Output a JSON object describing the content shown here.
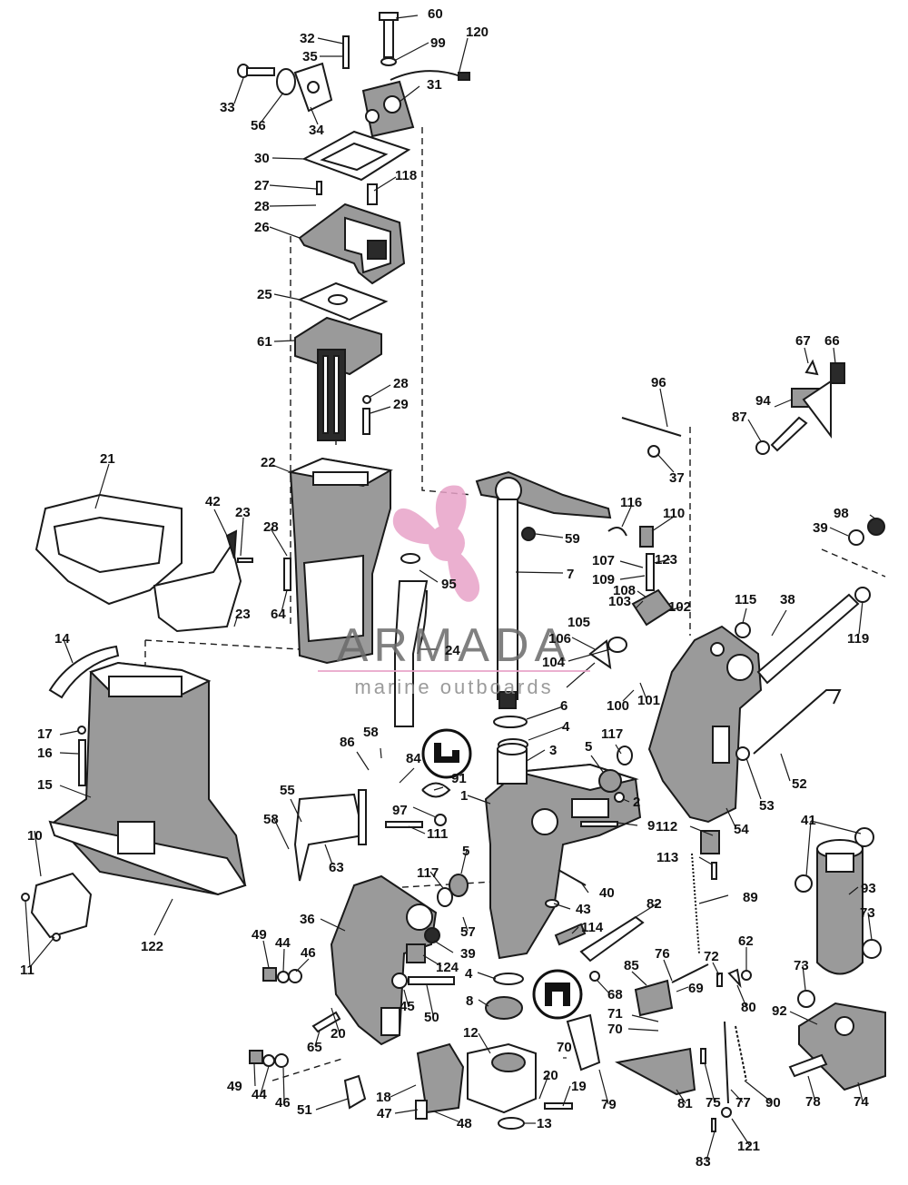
{
  "watermark": {
    "brand_name": "ARMADA",
    "brand_tagline": "marine outboards",
    "logo_color": "#e8a3c8",
    "text_color": "#6a6a6a"
  },
  "diagram": {
    "part_numbers": [
      "1",
      "2",
      "3",
      "4",
      "5",
      "6",
      "7",
      "8",
      "9",
      "10",
      "11",
      "12",
      "13",
      "14",
      "15",
      "16",
      "17",
      "18",
      "19",
      "20",
      "21",
      "22",
      "23",
      "24",
      "25",
      "26",
      "27",
      "28",
      "29",
      "30",
      "31",
      "32",
      "33",
      "34",
      "35",
      "36",
      "37",
      "38",
      "39",
      "40",
      "41",
      "42",
      "43",
      "44",
      "45",
      "46",
      "47",
      "48",
      "49",
      "50",
      "51",
      "52",
      "53",
      "54",
      "55",
      "56",
      "57",
      "58",
      "59",
      "60",
      "61",
      "62",
      "63",
      "64",
      "65",
      "66",
      "67",
      "68",
      "69",
      "70",
      "71",
      "72",
      "73",
      "74",
      "75",
      "76",
      "77",
      "78",
      "79",
      "80",
      "81",
      "82",
      "83",
      "84",
      "85",
      "86",
      "87",
      "89",
      "90",
      "91",
      "92",
      "93",
      "94",
      "95",
      "96",
      "97",
      "98",
      "99",
      "100",
      "101",
      "102",
      "103",
      "104",
      "105",
      "106",
      "107",
      "108",
      "109",
      "110",
      "111",
      "112",
      "113",
      "114",
      "115",
      "116",
      "117",
      "118",
      "119",
      "120",
      "121",
      "122",
      "123",
      "124"
    ]
  },
  "callouts": [
    {
      "id": "c60",
      "label": "60"
    },
    {
      "id": "c99",
      "label": "99"
    },
    {
      "id": "c120",
      "label": "120"
    },
    {
      "id": "c32",
      "label": "32"
    },
    {
      "id": "c35",
      "label": "35"
    },
    {
      "id": "c31",
      "label": "31"
    },
    {
      "id": "c33",
      "label": "33"
    },
    {
      "id": "c56",
      "label": "56"
    },
    {
      "id": "c34",
      "label": "34"
    },
    {
      "id": "c30",
      "label": "30"
    },
    {
      "id": "c27",
      "label": "27"
    },
    {
      "id": "c118",
      "label": "118"
    },
    {
      "id": "c28a",
      "label": "28"
    },
    {
      "id": "c26",
      "label": "26"
    },
    {
      "id": "c25",
      "label": "25"
    },
    {
      "id": "c61",
      "label": "61"
    },
    {
      "id": "c28b",
      "label": "28"
    },
    {
      "id": "c29",
      "label": "29"
    },
    {
      "id": "c67",
      "label": "67"
    },
    {
      "id": "c66",
      "label": "66"
    },
    {
      "id": "c96",
      "label": "96"
    },
    {
      "id": "c94",
      "label": "94"
    },
    {
      "id": "c87",
      "label": "87"
    },
    {
      "id": "c37",
      "label": "37"
    },
    {
      "id": "c21",
      "label": "21"
    },
    {
      "id": "c22",
      "label": "22"
    },
    {
      "id": "c42",
      "label": "42"
    },
    {
      "id": "c23a",
      "label": "23"
    },
    {
      "id": "c28c",
      "label": "28"
    },
    {
      "id": "c59",
      "label": "59"
    },
    {
      "id": "c116",
      "label": "116"
    },
    {
      "id": "c110",
      "label": "110"
    },
    {
      "id": "c98",
      "label": "98"
    },
    {
      "id": "c39a",
      "label": "39"
    },
    {
      "id": "c7",
      "label": "7"
    },
    {
      "id": "c107",
      "label": "107"
    },
    {
      "id": "c123",
      "label": "123"
    },
    {
      "id": "c109",
      "label": "109"
    },
    {
      "id": "c108",
      "label": "108"
    },
    {
      "id": "c95",
      "label": "95"
    },
    {
      "id": "c64",
      "label": "64"
    },
    {
      "id": "c23b",
      "label": "23"
    },
    {
      "id": "c115",
      "label": "115"
    },
    {
      "id": "c38",
      "label": "38"
    },
    {
      "id": "c103",
      "label": "103"
    },
    {
      "id": "c102",
      "label": "102"
    },
    {
      "id": "c119",
      "label": "119"
    },
    {
      "id": "c14",
      "label": "14"
    },
    {
      "id": "c24",
      "label": "24"
    },
    {
      "id": "c105",
      "label": "105"
    },
    {
      "id": "c106",
      "label": "106"
    },
    {
      "id": "c104",
      "label": "104"
    },
    {
      "id": "c100",
      "label": "100"
    },
    {
      "id": "c101",
      "label": "101"
    },
    {
      "id": "c6",
      "label": "6"
    },
    {
      "id": "c4a",
      "label": "4"
    },
    {
      "id": "c3",
      "label": "3"
    },
    {
      "id": "c17",
      "label": "17"
    },
    {
      "id": "c86",
      "label": "86"
    },
    {
      "id": "c58a",
      "label": "58"
    },
    {
      "id": "c84",
      "label": "84"
    },
    {
      "id": "c5a",
      "label": "5"
    },
    {
      "id": "c117a",
      "label": "117"
    },
    {
      "id": "c16",
      "label": "16"
    },
    {
      "id": "c15",
      "label": "15"
    },
    {
      "id": "c91",
      "label": "91"
    },
    {
      "id": "c1",
      "label": "1"
    },
    {
      "id": "c2",
      "label": "2"
    },
    {
      "id": "c52",
      "label": "52"
    },
    {
      "id": "c53",
      "label": "53"
    },
    {
      "id": "c55",
      "label": "55"
    },
    {
      "id": "c97",
      "label": "97"
    },
    {
      "id": "c111",
      "label": "111"
    },
    {
      "id": "c9",
      "label": "9"
    },
    {
      "id": "c54",
      "label": "54"
    },
    {
      "id": "c41",
      "label": "41"
    },
    {
      "id": "c58b",
      "label": "58"
    },
    {
      "id": "c112",
      "label": "112"
    },
    {
      "id": "c10",
      "label": "10"
    },
    {
      "id": "c63",
      "label": "63"
    },
    {
      "id": "c5b",
      "label": "5"
    },
    {
      "id": "c113",
      "label": "113"
    },
    {
      "id": "c93",
      "label": "93"
    },
    {
      "id": "c117b",
      "label": "117"
    },
    {
      "id": "c40",
      "label": "40"
    },
    {
      "id": "c89",
      "label": "89"
    },
    {
      "id": "c36",
      "label": "36"
    },
    {
      "id": "c43",
      "label": "43"
    },
    {
      "id": "c82",
      "label": "82"
    },
    {
      "id": "c73a",
      "label": "73"
    },
    {
      "id": "c122",
      "label": "122"
    },
    {
      "id": "c57",
      "label": "57"
    },
    {
      "id": "c114",
      "label": "114"
    },
    {
      "id": "c62",
      "label": "62"
    },
    {
      "id": "c49a",
      "label": "49"
    },
    {
      "id": "c44a",
      "label": "44"
    },
    {
      "id": "c46a",
      "label": "46"
    },
    {
      "id": "c39b",
      "label": "39"
    },
    {
      "id": "c11",
      "label": "11"
    },
    {
      "id": "c124",
      "label": "124"
    },
    {
      "id": "c85",
      "label": "85"
    },
    {
      "id": "c76",
      "label": "76"
    },
    {
      "id": "c72",
      "label": "72"
    },
    {
      "id": "c4b",
      "label": "4"
    },
    {
      "id": "c68",
      "label": "68"
    },
    {
      "id": "c69",
      "label": "69"
    },
    {
      "id": "c73b",
      "label": "73"
    },
    {
      "id": "c8",
      "label": "8"
    },
    {
      "id": "c45",
      "label": "45"
    },
    {
      "id": "c50",
      "label": "50"
    },
    {
      "id": "c80",
      "label": "80"
    },
    {
      "id": "c92",
      "label": "92"
    },
    {
      "id": "c71",
      "label": "71"
    },
    {
      "id": "c65",
      "label": "65"
    },
    {
      "id": "c20a",
      "label": "20"
    },
    {
      "id": "c70a",
      "label": "70"
    },
    {
      "id": "c12",
      "label": "12"
    },
    {
      "id": "c70b",
      "label": "70"
    },
    {
      "id": "c49b",
      "label": "49"
    },
    {
      "id": "c44b",
      "label": "44"
    },
    {
      "id": "c46b",
      "label": "46"
    },
    {
      "id": "c20b",
      "label": "20"
    },
    {
      "id": "c18",
      "label": "18"
    },
    {
      "id": "c19",
      "label": "19"
    },
    {
      "id": "c79",
      "label": "79"
    },
    {
      "id": "c81",
      "label": "81"
    },
    {
      "id": "c75",
      "label": "75"
    },
    {
      "id": "c77",
      "label": "77"
    },
    {
      "id": "c90",
      "label": "90"
    },
    {
      "id": "c78",
      "label": "78"
    },
    {
      "id": "c74",
      "label": "74"
    },
    {
      "id": "c51",
      "label": "51"
    },
    {
      "id": "c47",
      "label": "47"
    },
    {
      "id": "c48",
      "label": "48"
    },
    {
      "id": "c13",
      "label": "13"
    },
    {
      "id": "c121",
      "label": "121"
    },
    {
      "id": "c83",
      "label": "83"
    }
  ]
}
